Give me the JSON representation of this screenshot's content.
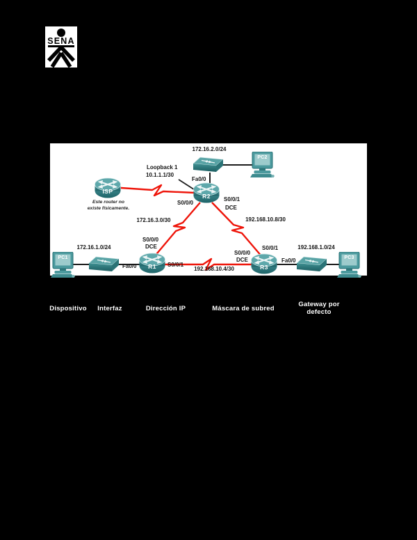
{
  "logo": {
    "text": "SENA"
  },
  "diagram": {
    "devices": {
      "isp": "ISP",
      "r1": "R1",
      "r2": "R2",
      "r3": "R3",
      "pc1": "PC1",
      "pc2": "PC2",
      "pc3": "PC3"
    },
    "labels": {
      "lan2_network": "172.16.2.0/24",
      "loopback_name": "Loopback 1",
      "loopback_ip": "10.1.1.1/30",
      "r2_fa00": "Fa0/0",
      "r2_s000": "S0/0/0",
      "r2_s001": "S0/0/1",
      "r2_dce": "DCE",
      "isp_note_line1": "Este router no",
      "isp_note_line2": "existe físicamente.",
      "wan_r1_r2_network": "172.16.3.0/30",
      "wan_r2_r3_network": "192.168.10.8/30",
      "lan1_network": "172.16.1.0/24",
      "r1_s000": "S0/0/0",
      "r1_dce": "DCE",
      "r1_fa00": "Fa0/0",
      "r1_s001": "S0/0/1",
      "wan_r1_r3_network": "192.168.10.4/30",
      "r3_s000": "S0/0/0",
      "r3_dce": "DCE",
      "r3_s001": "S0/0/1",
      "r3_fa00": "Fa0/0",
      "lan3_network": "192.168.1.0/24"
    },
    "colors": {
      "serial_link": "#ee1409",
      "ethernet_link": "#1a1a1a",
      "device_teal": "#4c9a9e",
      "device_teal_dark": "#1e6468",
      "device_teal_light": "#9dcbcc"
    }
  },
  "table": {
    "headers": [
      "Dispositivo",
      "Interfaz",
      "Dirección IP",
      "Máscara de subred",
      "Gateway por defecto"
    ]
  }
}
